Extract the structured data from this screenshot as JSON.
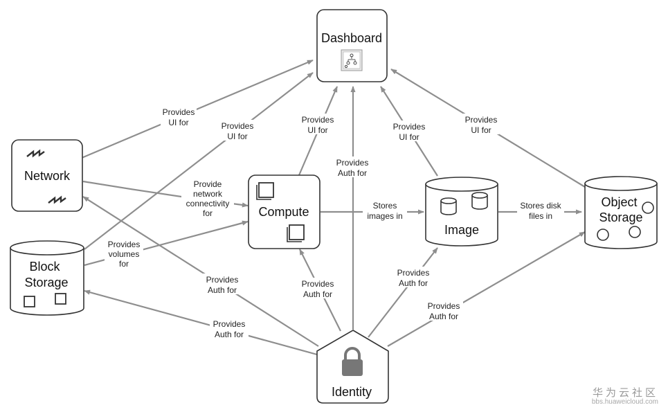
{
  "nodes": {
    "dashboard": "Dashboard",
    "network": "Network",
    "compute": "Compute",
    "image": "Image",
    "object_storage": [
      "Object",
      "Storage"
    ],
    "block_storage": [
      "Block",
      "Storage"
    ],
    "identity": "Identity"
  },
  "edges": {
    "network_ui": [
      "Provides",
      "UI for"
    ],
    "block_ui": [
      "Provides",
      "UI for"
    ],
    "compute_ui": [
      "Provides",
      "UI for"
    ],
    "identity_dash_auth": [
      "Provides",
      "Auth for"
    ],
    "image_ui": [
      "Provides",
      "UI for"
    ],
    "object_ui": [
      "Provides",
      "UI for"
    ],
    "network_compute": [
      "Provide",
      "network",
      "connectivity",
      "for"
    ],
    "compute_image": [
      "Stores",
      "images in"
    ],
    "image_object": [
      "Stores disk",
      "files in"
    ],
    "block_compute": [
      "Provides",
      "volumes",
      "for"
    ],
    "identity_network": [
      "Provides",
      "Auth for"
    ],
    "identity_compute": [
      "Provides",
      "Auth for"
    ],
    "identity_image": [
      "Provides",
      "Auth for"
    ],
    "identity_block": [
      "Provides",
      "Auth for"
    ],
    "identity_object": [
      "Provides",
      "Auth for"
    ]
  },
  "watermark": {
    "title": "华为云社区",
    "url": "bbs.huaweicloud.com"
  }
}
